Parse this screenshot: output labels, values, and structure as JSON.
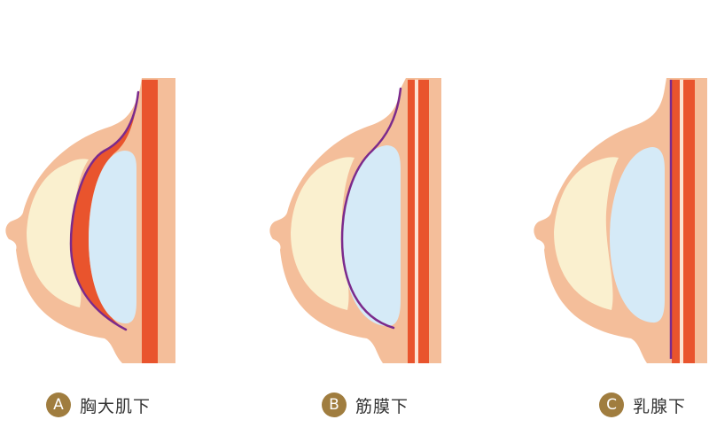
{
  "colors": {
    "skin": "#F4BE9A",
    "gland": "#FAF0CF",
    "implant": "#D5EAF7",
    "muscle": "#E9542D",
    "outline": "#7B2A8C",
    "badge": "#A07D3F"
  },
  "panels": [
    {
      "letter": "A",
      "label": "胸大肌下"
    },
    {
      "letter": "B",
      "label": "筋膜下"
    },
    {
      "letter": "C",
      "label": "乳腺下"
    }
  ]
}
